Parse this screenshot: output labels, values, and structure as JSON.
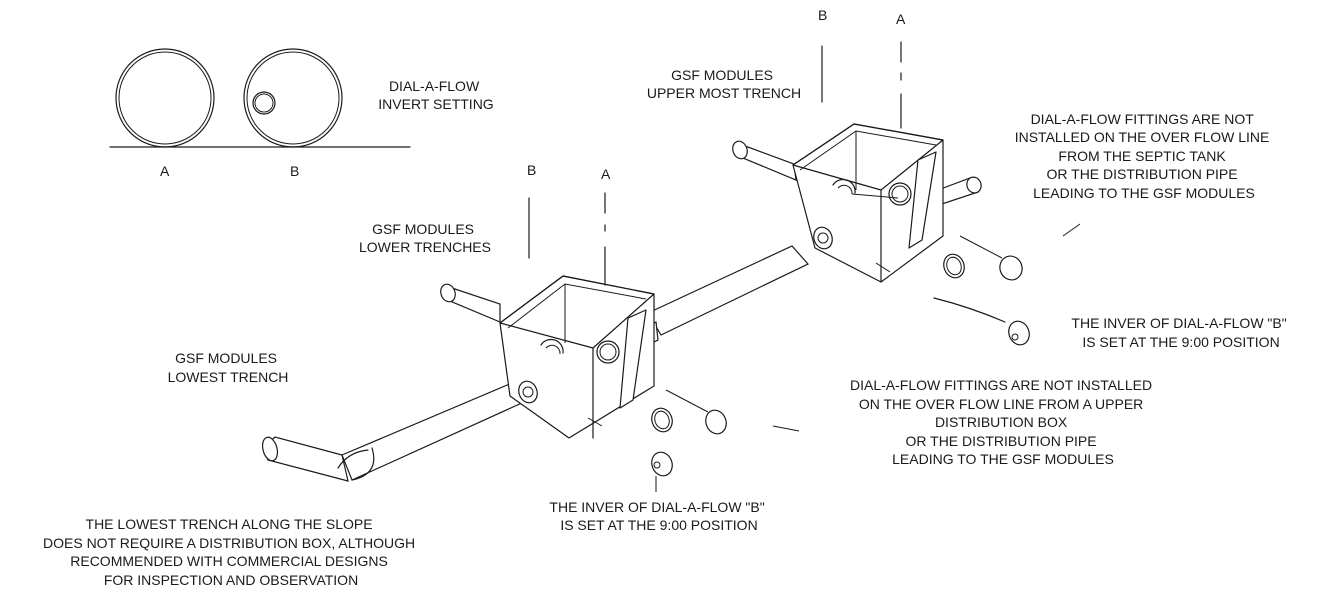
{
  "invert_setting": {
    "label_lines": [
      "DIAL-A-FLOW",
      "INVERT SETTING"
    ],
    "circle_a_label": "A",
    "circle_b_label": "B"
  },
  "upper_module": {
    "title_lines": [
      "GSF MODULES",
      "UPPER MOST TRENCH"
    ],
    "label_b": "B",
    "label_a": "A",
    "note_lines": [
      "DIAL-A-FLOW FITTINGS ARE NOT",
      "INSTALLED ON THE OVER FLOW LINE",
      "FROM THE SEPTIC TANK",
      "OR THE DISTRIBUTION PIPE",
      "LEADING TO THE GSF MODULES"
    ],
    "invert_note_lines": [
      "THE INVER OF DIAL-A-FLOW \"B\"",
      "IS SET AT THE 9:00 POSITION"
    ]
  },
  "lower_module": {
    "title_lines": [
      "GSF MODULES",
      "LOWER TRENCHES"
    ],
    "label_b": "B",
    "label_a": "A",
    "note_lines": [
      "DIAL-A-FLOW FITTINGS ARE NOT INSTALLED",
      "ON THE OVER FLOW LINE FROM A UPPER",
      "DISTRIBUTION BOX",
      "OR THE DISTRIBUTION PIPE",
      "LEADING TO THE GSF MODULES"
    ],
    "invert_note_lines": [
      "THE INVER OF DIAL-A-FLOW \"B\"",
      "IS SET AT THE 9:00 POSITION"
    ]
  },
  "lowest_trench": {
    "title_lines": [
      "GSF MODULES",
      "LOWEST TRENCH"
    ],
    "note_lines": [
      "THE LOWEST TRENCH ALONG THE SLOPE",
      "DOES NOT REQUIRE A DISTRIBUTION BOX, ALTHOUGH",
      "RECOMMENDED WITH COMMERCIAL DESIGNS",
      "FOR INSPECTION AND OBSERVATION"
    ]
  }
}
